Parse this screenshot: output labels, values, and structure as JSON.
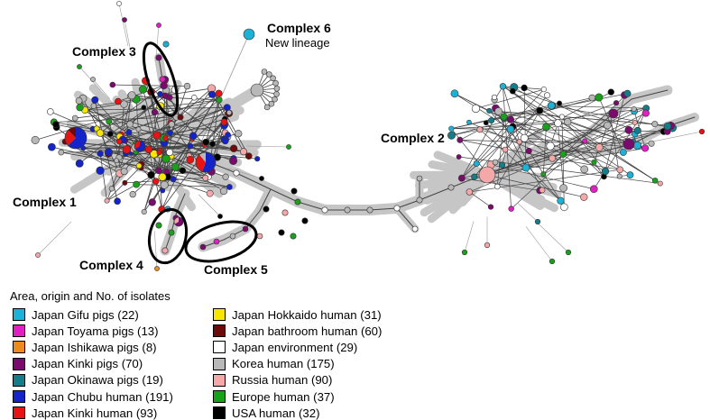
{
  "complex_labels": {
    "c1": "Complex 1",
    "c2": "Complex 2",
    "c3": "Complex 3",
    "c4": "Complex 4",
    "c5": "Complex 5",
    "c6": "Complex 6",
    "c6_sub": "New lineage"
  },
  "legend": {
    "title": "Area, origin and No. of isolates",
    "items": [
      {
        "label": "Japan Gifu pigs (22)",
        "color": "#1cb2d8"
      },
      {
        "label": "Japan Toyama pigs (13)",
        "color": "#e020c0"
      },
      {
        "label": "Japan Ishikawa pigs (8)",
        "color": "#f08a1a"
      },
      {
        "label": "Japan Kinki pigs (70)",
        "color": "#7a0a6e"
      },
      {
        "label": "Japan Okinawa pigs (19)",
        "color": "#157d8a"
      },
      {
        "label": "Japan Chubu human (191)",
        "color": "#1424c8"
      },
      {
        "label": "Japan Kinki human (93)",
        "color": "#e81414"
      },
      {
        "label": "Japan Hokkaido human (31)",
        "color": "#f6e600"
      },
      {
        "label": "Japan bathroom human (60)",
        "color": "#6e0a0a"
      },
      {
        "label": "Japan environment (29)",
        "color": "#ffffff"
      },
      {
        "label": "Korea human (175)",
        "color": "#b8b8b8"
      },
      {
        "label": "Russia human (90)",
        "color": "#f4a8a8"
      },
      {
        "label": "Europe human (37)",
        "color": "#1aa01a"
      },
      {
        "label": "USA human (32)",
        "color": "#000000"
      }
    ]
  }
}
